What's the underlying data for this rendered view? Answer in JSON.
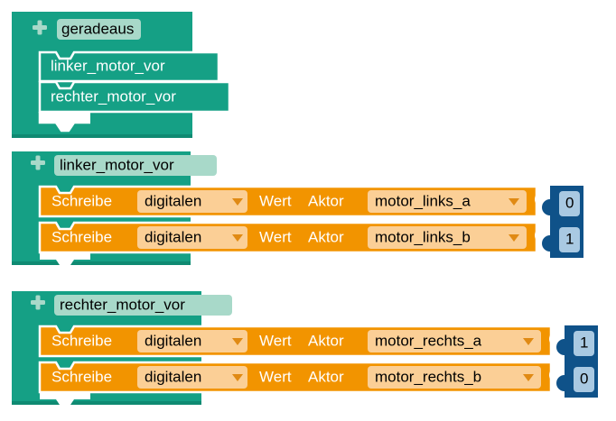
{
  "app": {
    "kind": "blockly-workspace",
    "background": "#ffffff"
  },
  "colors": {
    "procedure_green": "#15a085",
    "procedure_green_dark": "#0f8a72",
    "procedure_field_bg": "#a8d9c9",
    "plus_icon": "#a8d9c9",
    "actuator_orange": "#f29400",
    "actuator_orange_dark": "#d98100",
    "dropdown_field_bg": "#fbcf96",
    "dropdown_arrow": "#e08a14",
    "value_blue": "#0f5289",
    "value_field_bg": "#a9c9e2",
    "block_outline_white": "#ffffff",
    "text_white": "#ffffff",
    "text_black": "#000000"
  },
  "blocks": [
    {
      "id": "proc-geradeaus",
      "type": "procedure-definition",
      "mutator_icon": "plus-icon",
      "name": "geradeaus",
      "children": [
        {
          "id": "call-linker",
          "type": "procedure-call",
          "name": "linker_motor_vor"
        },
        {
          "id": "call-rechter",
          "type": "procedure-call",
          "name": "rechter_motor_vor"
        }
      ]
    },
    {
      "id": "proc-linker-motor-vor",
      "type": "procedure-definition",
      "mutator_icon": "plus-icon",
      "name": "linker_motor_vor",
      "statements": [
        {
          "id": "write-links-a",
          "type": "actuator-write",
          "label_write": "Schreibe",
          "mode": "digitalen",
          "label_value": "Wert",
          "label_actuator": "Aktor",
          "actuator": "motor_links_a",
          "value": "0"
        },
        {
          "id": "write-links-b",
          "type": "actuator-write",
          "label_write": "Schreibe",
          "mode": "digitalen",
          "label_value": "Wert",
          "label_actuator": "Aktor",
          "actuator": "motor_links_b",
          "value": "1"
        }
      ]
    },
    {
      "id": "proc-rechter-motor-vor",
      "type": "procedure-definition",
      "mutator_icon": "plus-icon",
      "name": "rechter_motor_vor",
      "statements": [
        {
          "id": "write-rechts-a",
          "type": "actuator-write",
          "label_write": "Schreibe",
          "mode": "digitalen",
          "label_value": "Wert",
          "label_actuator": "Aktor",
          "actuator": "motor_rechts_a",
          "value": "1"
        },
        {
          "id": "write-rechts-b",
          "type": "actuator-write",
          "label_write": "Schreibe",
          "mode": "digitalen",
          "label_value": "Wert",
          "label_actuator": "Aktor",
          "actuator": "motor_rechts_b",
          "value": "0"
        }
      ]
    }
  ]
}
